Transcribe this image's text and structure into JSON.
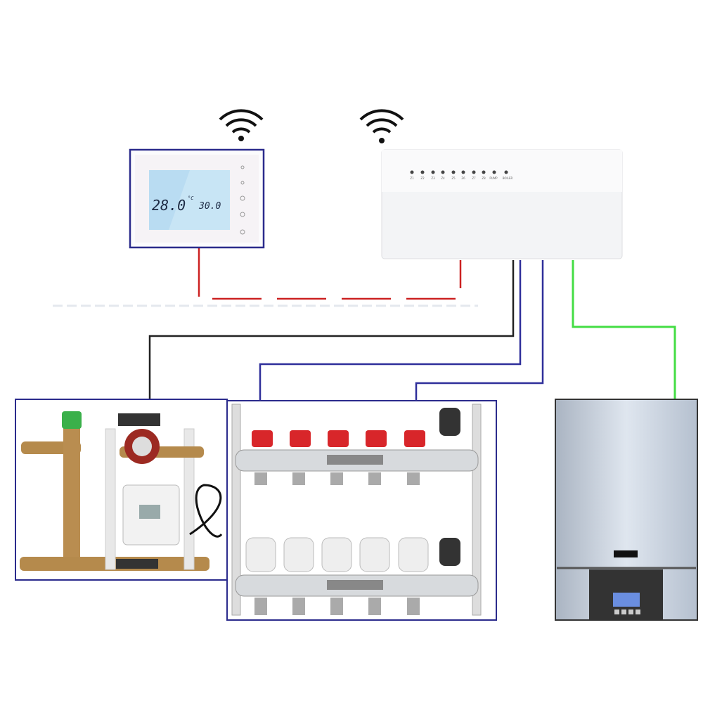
{
  "thermostat": {
    "current_temp": "28.0",
    "unit": "°C",
    "set_temp": "30.0"
  },
  "hub": {
    "zones": [
      "Z1",
      "Z2",
      "Z3",
      "Z4",
      "Z5",
      "Z6",
      "Z7",
      "Z8",
      "PUMP",
      "BOILER"
    ]
  },
  "colors": {
    "frame": "#2b2b8c",
    "power_line": "#cc2222",
    "signal_line": "#2f2f9a",
    "wire": "#222222",
    "boiler_line": "#33cc33"
  }
}
